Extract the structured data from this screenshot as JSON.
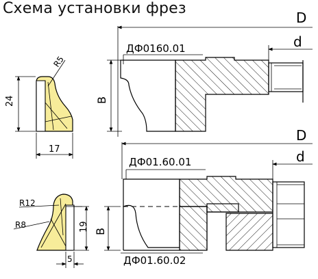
{
  "title": "Схема установки фрез",
  "colors": {
    "profile_fill": "#f7ec9a",
    "line": "#000000",
    "background": "#ffffff"
  },
  "cutter_top": {
    "part_code": "ДФ0160.01",
    "label_D": "D",
    "label_d": "d",
    "label_B": "B"
  },
  "cutter_bottom": {
    "part_code_top": "ДФ01.60.01",
    "part_code_bottom": "ДФ01.60.02",
    "label_D": "D",
    "label_d": "d",
    "label_B": "B"
  },
  "profile_top": {
    "radius": "R5",
    "height": "24",
    "width": "17"
  },
  "profile_bottom": {
    "radius_large": "R12",
    "radius_small": "R8",
    "height": "19",
    "width": "5"
  }
}
